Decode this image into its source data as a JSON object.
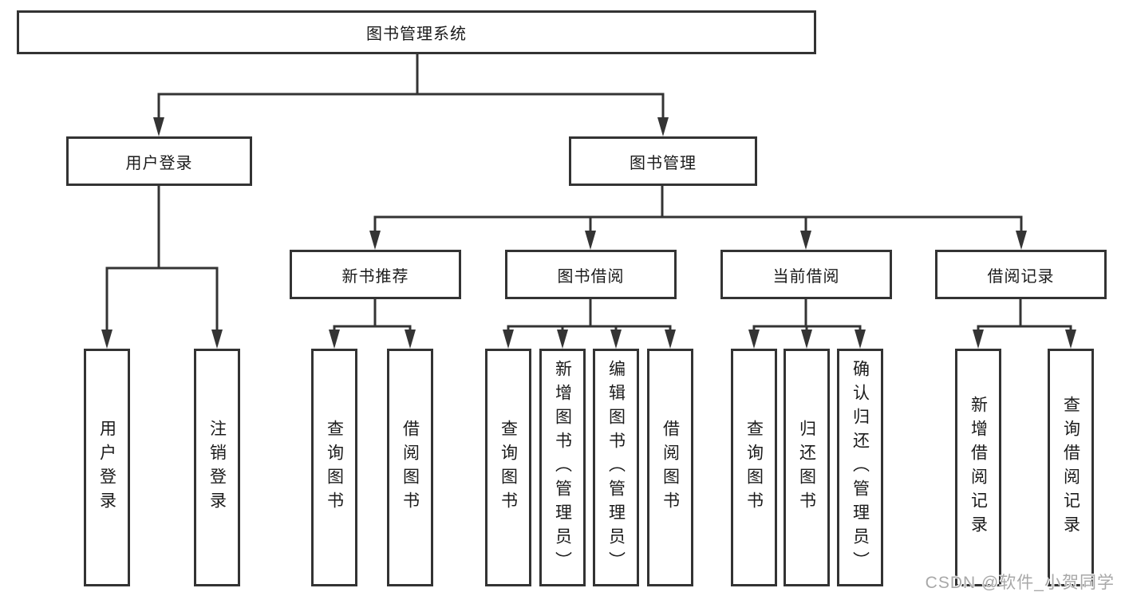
{
  "nodes": {
    "root": "图书管理系统",
    "level2": [
      "用户登录",
      "图书管理"
    ],
    "level3": [
      "新书推荐",
      "图书借阅",
      "当前借阅",
      "借阅记录"
    ],
    "leaves_login": [
      "用户登录",
      "注销登录"
    ],
    "leaves_recommend": [
      "查询图书",
      "借阅图书"
    ],
    "leaves_borrow": [
      "查询图书",
      "新增图书（管理员）",
      "编辑图书（管理员）",
      "借阅图书"
    ],
    "leaves_current": [
      "查询图书",
      "归还图书",
      "确认归还（管理员）"
    ],
    "leaves_record": [
      "新增借阅记录",
      "查询借阅记录"
    ]
  },
  "watermark": "CSDN @软件_小贺同学",
  "colors": {
    "line": "#343434",
    "border": "#333333",
    "text": "#1b1b1b",
    "background": "#ffffff",
    "watermark": "#a8a8a8"
  }
}
